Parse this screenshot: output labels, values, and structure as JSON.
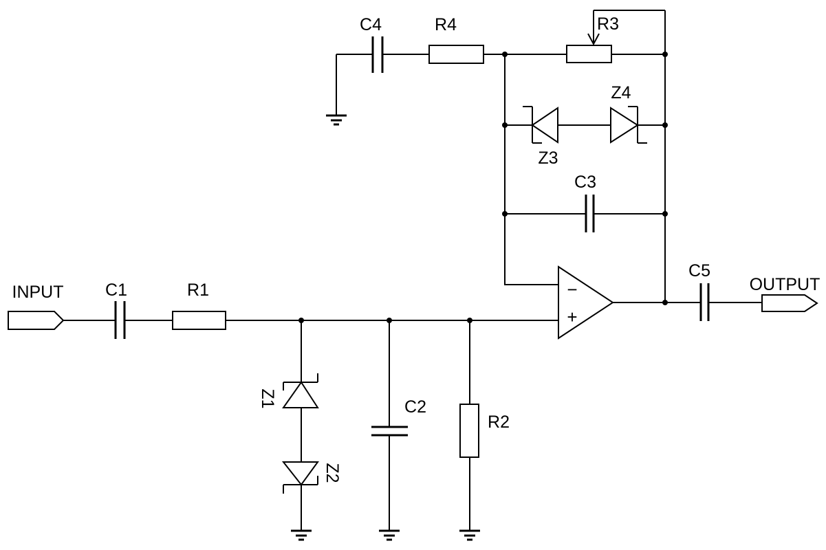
{
  "schematic": {
    "background": "#ffffff",
    "line_color": "#000000",
    "input_port": {
      "label": "INPUT"
    },
    "output_port": {
      "label": "OUTPUT"
    },
    "opamp": {
      "inverting_input": "−",
      "noninverting_input": "+"
    },
    "components": {
      "C1": {
        "label": "C1",
        "type": "capacitor"
      },
      "R1": {
        "label": "R1",
        "type": "resistor"
      },
      "Z1": {
        "label": "Z1",
        "type": "zener-diode"
      },
      "Z2": {
        "label": "Z2",
        "type": "zener-diode"
      },
      "C2": {
        "label": "C2",
        "type": "capacitor"
      },
      "R2": {
        "label": "R2",
        "type": "resistor"
      },
      "C4": {
        "label": "C4",
        "type": "capacitor"
      },
      "R4": {
        "label": "R4",
        "type": "resistor"
      },
      "R3": {
        "label": "R3",
        "type": "potentiometer"
      },
      "Z3": {
        "label": "Z3",
        "type": "zener-diode"
      },
      "Z4": {
        "label": "Z4",
        "type": "zener-diode"
      },
      "C3": {
        "label": "C3",
        "type": "capacitor"
      },
      "C5": {
        "label": "C5",
        "type": "capacitor"
      }
    }
  }
}
